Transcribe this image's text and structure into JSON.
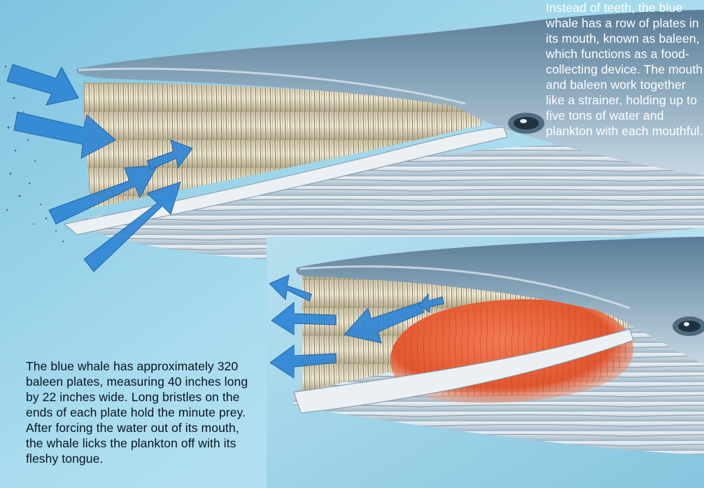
{
  "captions": {
    "top": "Instead of teeth, the blue whale has a row of plates in its mouth, known as baleen, which functions as a food-collecting device. The mouth and baleen work together like a strainer, holding up to five tons of water and plankton with each mouthful.",
    "bottom": "The blue whale has approximately 320 baleen plates, measuring 40 inches long by 22 inches wide. Long bristles on the ends of each plate hold the minute prey. After forcing the water out of its mouth, the whale licks the plankton off with its fleshy tongue."
  },
  "panels": {
    "top": {
      "label": "whale-feeding-intake",
      "water_flow": "into mouth"
    },
    "bottom": {
      "label": "whale-feeding-expel",
      "water_flow": "out of mouth"
    }
  },
  "colors": {
    "water_top": "#a7dcef",
    "water_bottom": "#8fcbe3",
    "whale_skin": "#6f8fa6",
    "whale_belly": "#dfe9ef",
    "baleen": "#efe6cc",
    "tongue": "#e8603a",
    "arrow": "#2f86d6",
    "caption_top_text": "#ffffff",
    "caption_bottom_text": "#0a1420"
  }
}
